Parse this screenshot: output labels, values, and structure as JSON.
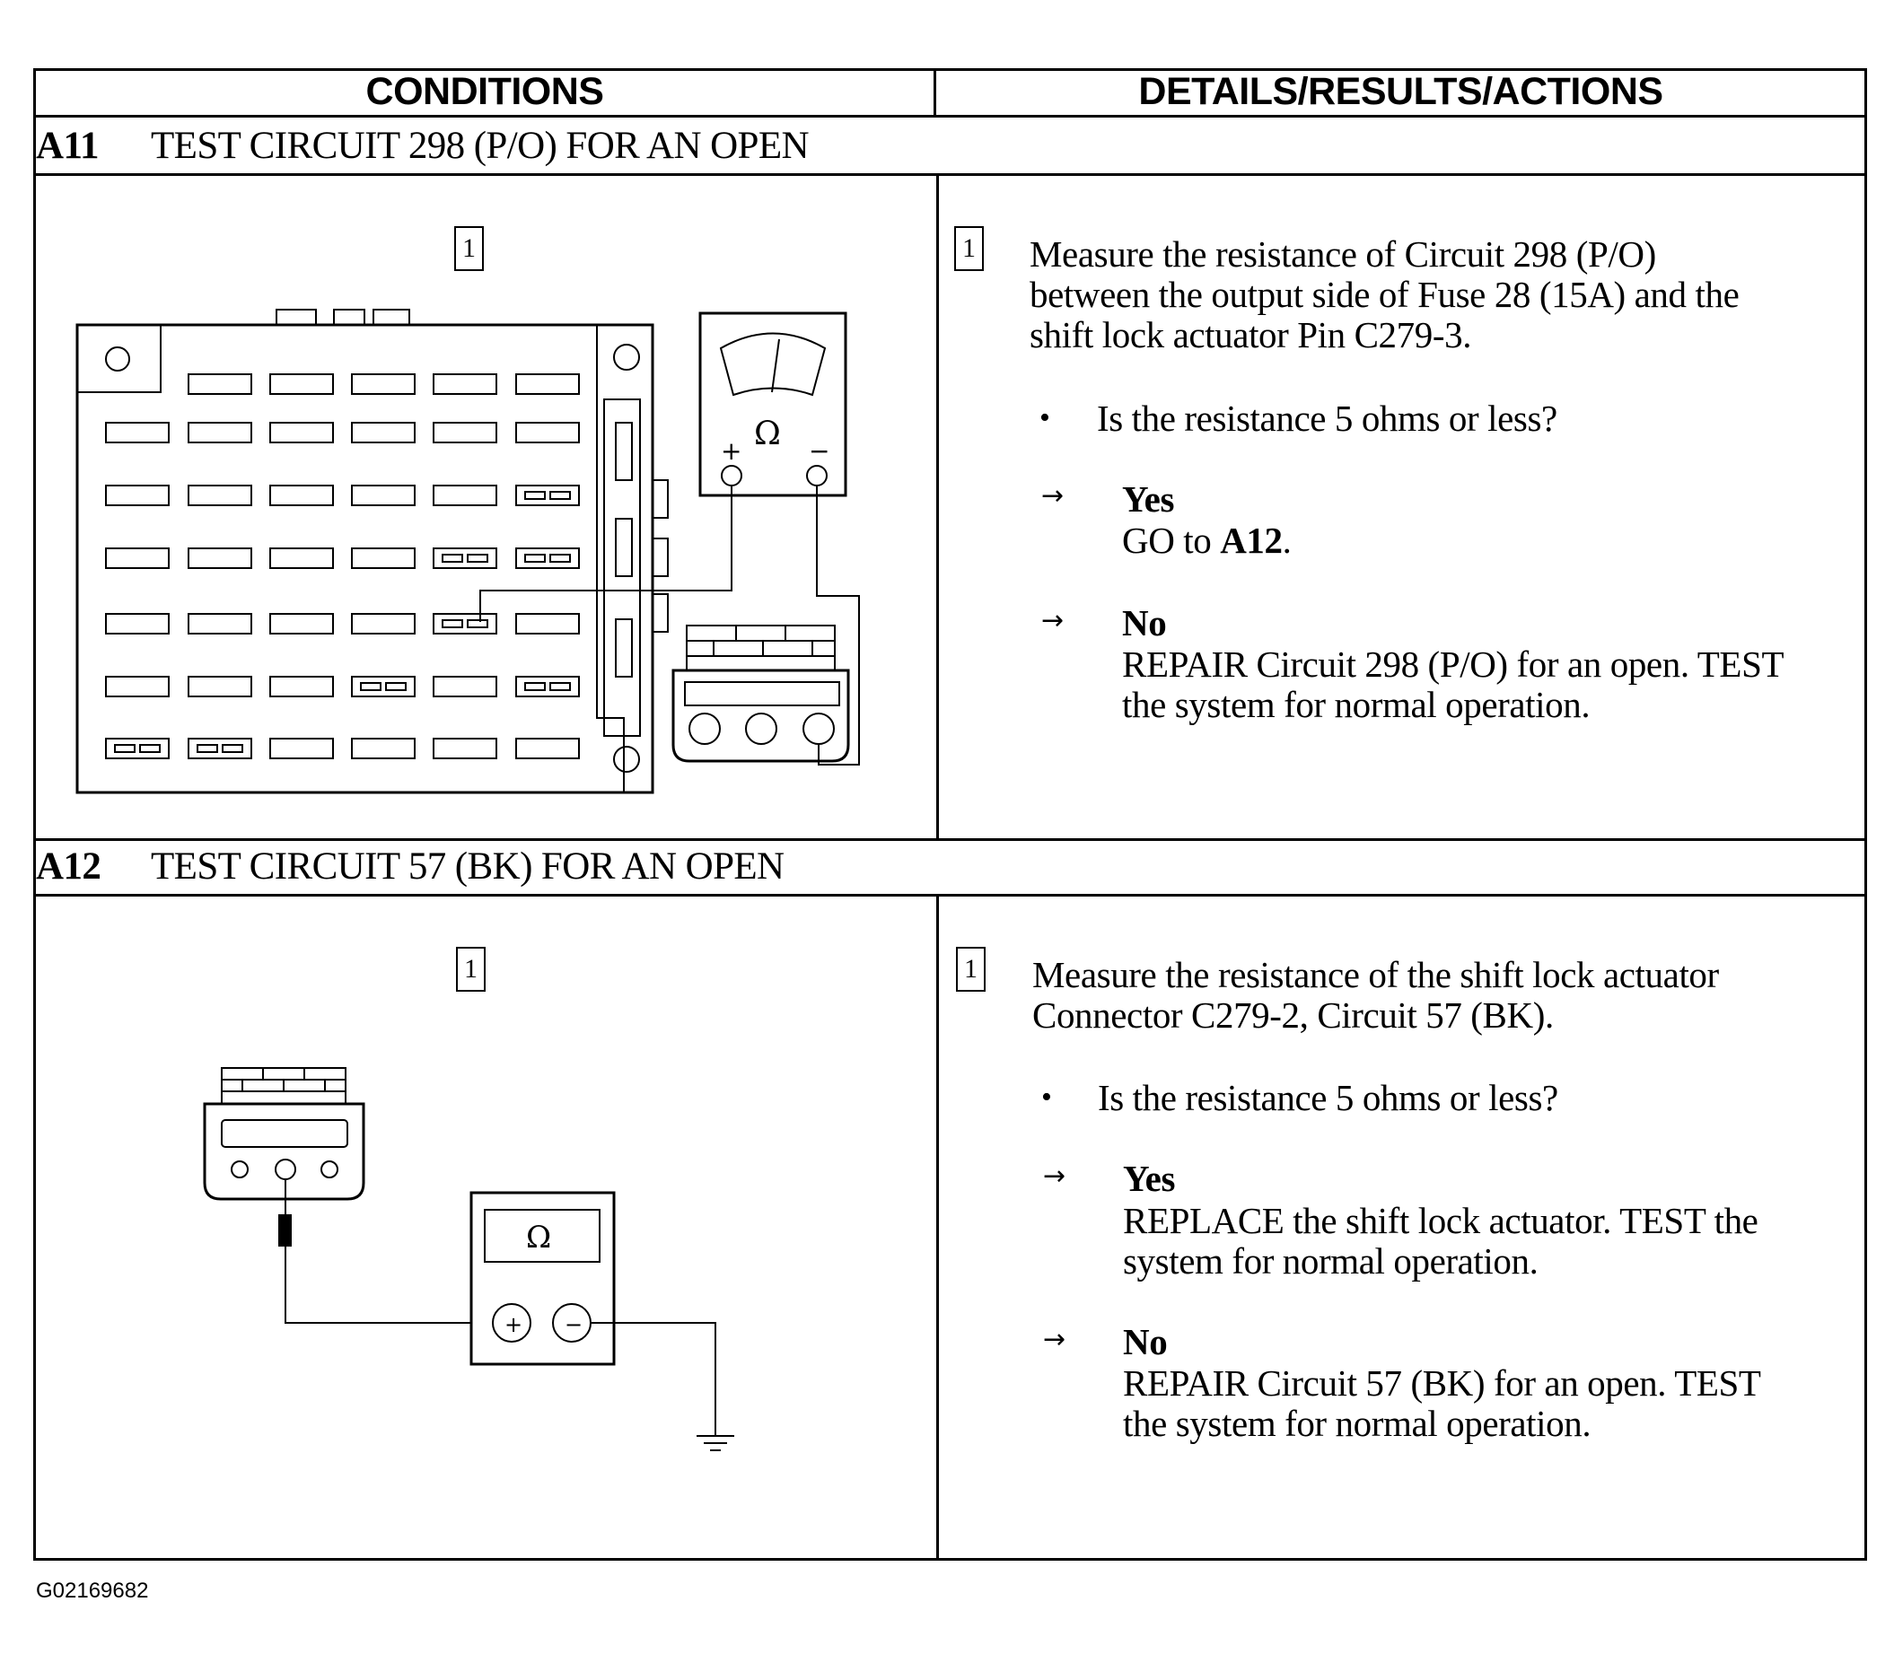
{
  "header": {
    "conditions": "CONDITIONS",
    "details": "DETAILS/RESULTS/ACTIONS"
  },
  "tests": [
    {
      "id": "A11",
      "title": "TEST CIRCUIT 298 (P/O) FOR AN OPEN",
      "step": {
        "number": "1",
        "instruction": "Measure the resistance of Circuit 298 (P/O) between the output side of Fuse 28 (15A) and the shift lock actuator Pin C279-3.",
        "instruction_lines": [
          "Measure the resistance of Circuit 298 (P/O)",
          "between the output side of Fuse 28 (15A) and the",
          "shift lock actuator Pin C279-3."
        ],
        "question": "Is the resistance 5 ohms or less?",
        "yes_label": "Yes",
        "yes_action_prefix": "GO to ",
        "yes_action_target": "A12",
        "yes_action_suffix": ".",
        "no_label": "No",
        "no_action_lines": [
          "REPAIR Circuit 298 (P/O) for an open. TEST",
          "the system for normal operation."
        ]
      },
      "diagram": {
        "step_number": "1",
        "meter_symbol": "Ω",
        "plus": "+",
        "minus": "−"
      }
    },
    {
      "id": "A12",
      "title": "TEST CIRCUIT 57 (BK) FOR AN OPEN",
      "step": {
        "number": "1",
        "instruction": "Measure the resistance of the shift lock actuator Connector C279-2, Circuit 57 (BK).",
        "instruction_lines": [
          "Measure the resistance of the shift lock actuator",
          "Connector C279-2, Circuit 57 (BK)."
        ],
        "question": "Is the resistance 5 ohms or less?",
        "yes_label": "Yes",
        "yes_action_lines": [
          "REPLACE the shift lock actuator. TEST the",
          "system for normal operation."
        ],
        "no_label": "No",
        "no_action_lines": [
          "REPAIR Circuit 57 (BK) for an open. TEST",
          "the system for normal operation."
        ]
      },
      "diagram": {
        "step_number": "1",
        "meter_symbol": "Ω",
        "plus": "+",
        "minus": "−"
      }
    }
  ],
  "figure_id": "G02169682"
}
